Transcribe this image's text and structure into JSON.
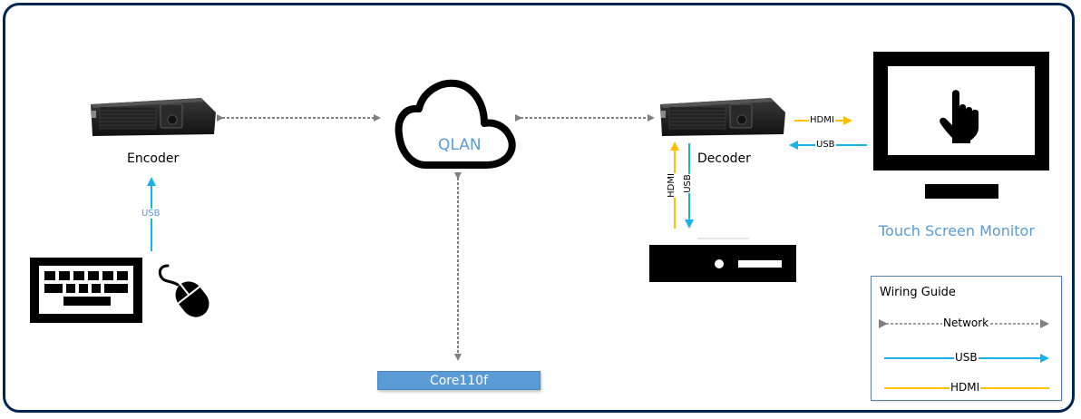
{
  "diagram": {
    "nodes": {
      "encoder": {
        "label": "Encoder",
        "icon": "av-device-icon"
      },
      "qlan": {
        "label": "QLAN",
        "icon": "cloud-icon"
      },
      "decoder": {
        "label": "Decoder",
        "icon": "av-device-icon"
      },
      "touch_monitor": {
        "label": "Touch Screen Monitor",
        "icon": "touch-monitor-icon"
      },
      "core": {
        "label": "Core110f"
      },
      "keyboard_mouse": {
        "icon": "keyboard-mouse-icon"
      },
      "pc": {
        "icon": "computer-icon"
      }
    },
    "connections": {
      "kbd_to_encoder": {
        "label": "USB",
        "type": "usb"
      },
      "decoder_to_monitor": {
        "label": "HDMI",
        "type": "hdmi"
      },
      "monitor_to_decoder": {
        "label": "USB",
        "type": "usb"
      },
      "pc_to_decoder": {
        "label": "HDMI",
        "type": "hdmi"
      },
      "decoder_to_pc": {
        "label": "USB",
        "type": "usb"
      },
      "encoder_qlan": {
        "type": "network"
      },
      "qlan_decoder": {
        "type": "network"
      },
      "qlan_core": {
        "type": "network"
      }
    }
  },
  "legend": {
    "title": "Wiring Guide",
    "items": [
      {
        "label": "Network",
        "type": "network",
        "color": "#808080"
      },
      {
        "label": "USB",
        "type": "usb",
        "color": "#1ab0e8"
      },
      {
        "label": "HDMI",
        "type": "hdmi",
        "color": "#ffc000"
      }
    ]
  },
  "colors": {
    "frame": "#002554",
    "usb": "#1ab0e8",
    "hdmi": "#ffc000",
    "network": "#808080",
    "accent_text": "#5b9bd5"
  }
}
